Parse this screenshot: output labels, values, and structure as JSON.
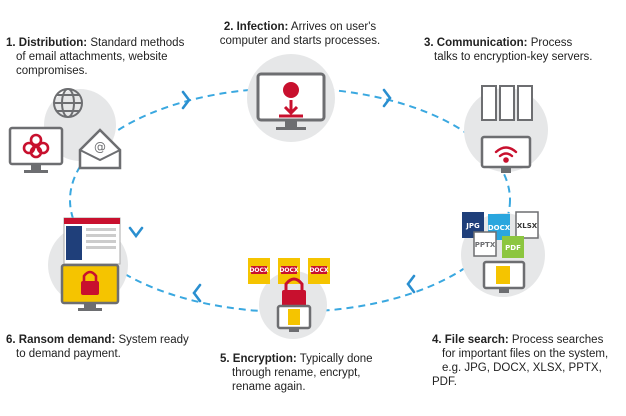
{
  "steps": [
    {
      "title": "1. Distribution:",
      "body": "Standard methods",
      "line2": "of email attachments, website",
      "line3": "compromises."
    },
    {
      "title": "2. Infection:",
      "body": "Arrives on user's",
      "line2": "computer and starts processes."
    },
    {
      "title": "3. Communication:",
      "body": "Process",
      "line2": "talks to encryption-key servers."
    },
    {
      "title": "4. File search:",
      "body": "Process searches",
      "line2": "for important files on the system,",
      "line3": "e.g. JPG, DOCX, XLSX, PPTX, PDF."
    },
    {
      "title": "5. Encryption:",
      "body": "Typically done",
      "line2": "through rename, encrypt,",
      "line3": "rename again."
    },
    {
      "title": "6. Ransom demand:",
      "body": "System ready",
      "line2": "to demand payment."
    }
  ],
  "file_tags": {
    "jpg": "JPG",
    "docx": "DOCX",
    "xlsx": "XLSX",
    "pptx": "PPTX",
    "pdf": "PDF"
  },
  "colors": {
    "loop": "#3aa8e0",
    "accent_red": "#c8102e",
    "circle": "#e6e7e8",
    "doc_yellow": "#f5c400",
    "jpg_blue": "#1f3f7a",
    "docx_blue": "#2aa6de",
    "pdf_green": "#8cc63f"
  },
  "icons": [
    "globe-icon",
    "biohazard-icon",
    "envelope-icon",
    "download-icon",
    "server-icon",
    "wifi-icon",
    "file-icon",
    "padlock-icon"
  ]
}
